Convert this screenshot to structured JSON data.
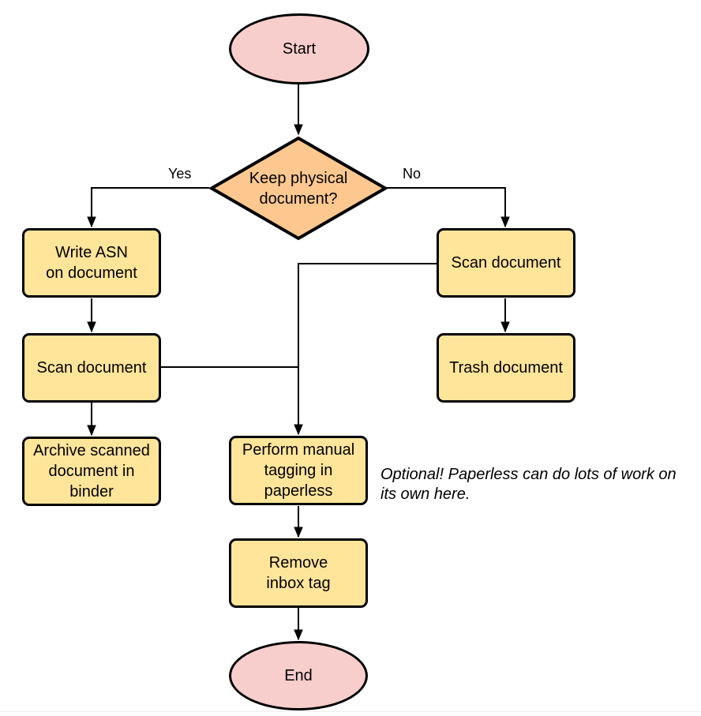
{
  "flowchart": {
    "nodes": {
      "start": {
        "label": "Start",
        "shape": "terminator"
      },
      "decision": {
        "label": "Keep physical\ndocument?",
        "shape": "decision"
      },
      "write_asn": {
        "label": "Write ASN\non document",
        "shape": "process"
      },
      "scan_left": {
        "label": "Scan document",
        "shape": "process"
      },
      "archive": {
        "label": "Archive scanned\ndocument in\nbinder",
        "shape": "process"
      },
      "scan_right": {
        "label": "Scan document",
        "shape": "process"
      },
      "trash": {
        "label": "Trash document",
        "shape": "process"
      },
      "tagging": {
        "label": "Perform manual\ntagging in\npaperless",
        "shape": "process"
      },
      "remove_inbox": {
        "label": "Remove\ninbox tag",
        "shape": "process"
      },
      "end": {
        "label": "End",
        "shape": "terminator"
      }
    },
    "edge_labels": {
      "yes": "Yes",
      "no": "No"
    },
    "annotation": "Optional! Paperless can do lots of work on\nits own here.",
    "colors": {
      "terminator_fill": "#f8cecc",
      "decision_fill": "#fdc88f",
      "process_fill": "#ffe59a",
      "stroke": "#000000",
      "text": "#000000"
    }
  }
}
